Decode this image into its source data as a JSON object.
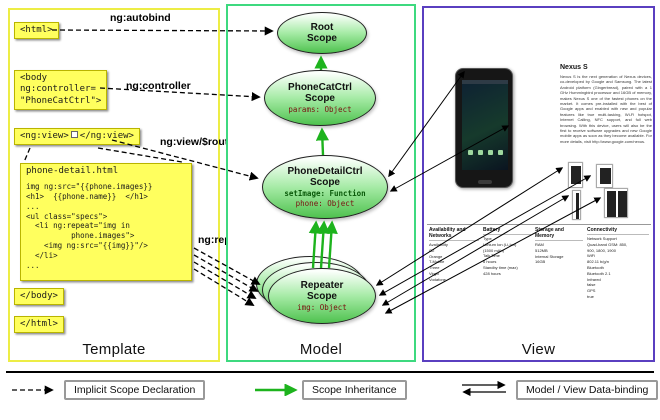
{
  "panels": {
    "template": {
      "label": "Template"
    },
    "model": {
      "label": "Model"
    },
    "view": {
      "label": "View"
    }
  },
  "template": {
    "autobind_label": "ng:autobind",
    "controller_label": "ng:controller",
    "route_label": "ng:view/$route",
    "repeat_label": "ng:repeat",
    "html_open": "<html>",
    "body_open": "<body\nng:controller=\n\"PhoneCatCtrl\">",
    "ngview_open": "<ng:view>",
    "ngview_close": "</ng:view>",
    "code_title": "phone-detail.html",
    "code_body": "img ng:src=\"{{phone.images}}\n<h1>  {{phone.name}}  </h1>\n...\n<ul class=\"specs\">\n  <li ng:repeat=\"img in\n          phone.images\">\n    <img ng:src=\"{{img}}\"/>\n  </li>\n...",
    "body_close": "</body>",
    "html_close": "</html>"
  },
  "model": {
    "root": {
      "title": "Root\nScope"
    },
    "phonecat": {
      "title": "PhoneCatCtrl\nScope",
      "prop": "params: Object"
    },
    "phonedetail": {
      "title": "PhoneDetailCtrl\nScope",
      "method": "setImage: Function",
      "prop": "phone: Object"
    },
    "repeater": {
      "title": "Repeater\nScope",
      "prop": "img: Object"
    }
  },
  "view": {
    "product_title": "Nexus S",
    "description": "Nexus S is the next generation of Nexus devices, co-developed by Google and Samsung. The latest Android platform (Gingerbread), paired with a 1 GHz Hummingbird processor and 16GB of memory, makes Nexus S one of the fastest phones on the market. It comes pre-installed with the best of Google apps and enabled with new and popular features like true multi-tasking, Wi-Fi hotspot, Internet Calling, NFC support, and full web browsing. With this device, users will also be the first to receive software upgrades and new Google mobile apps as soon as they become available. For more details, visit http://www.google.com/nexus.",
    "specs": [
      {
        "header": "Availability and Networks",
        "body": "Availability\nO2\nOrange\nT-Mobile\nThree\nVirgin\nVodafone"
      },
      {
        "header": "Battery",
        "body": "Type\nLithium Ion (Li-Ion)\n(1500 mAh)\nTalk Time\n6 hours\nStandby time (max)\n428 hours"
      },
      {
        "header": "Storage and Memory",
        "body": "RAM\n512MB\nInternal Storage\n16GB"
      },
      {
        "header": "Connectivity",
        "body": "Network Support\nQuad-band GSM: 850,\n900, 1800, 1900\nWiFi\n802.11 b/g/n\nBluetooth\nBluetooth 2.1\nInfrared\nfalse\nGPS\ntrue"
      }
    ]
  },
  "legend": {
    "items": [
      {
        "label": "Implicit Scope Declaration",
        "type": "dashed-arrow"
      },
      {
        "label": "Scope Inheritance",
        "type": "green-arrow"
      },
      {
        "label": "Model / View Data-binding",
        "type": "double-arrow"
      }
    ]
  },
  "colors": {
    "template_border": "#eded45",
    "model_border": "#3dd97f",
    "view_border": "#5a3fc0",
    "highlight_yellow": "#ffff5e",
    "scope_green": "#4fc24f",
    "inheritance_green": "#1db31d"
  }
}
